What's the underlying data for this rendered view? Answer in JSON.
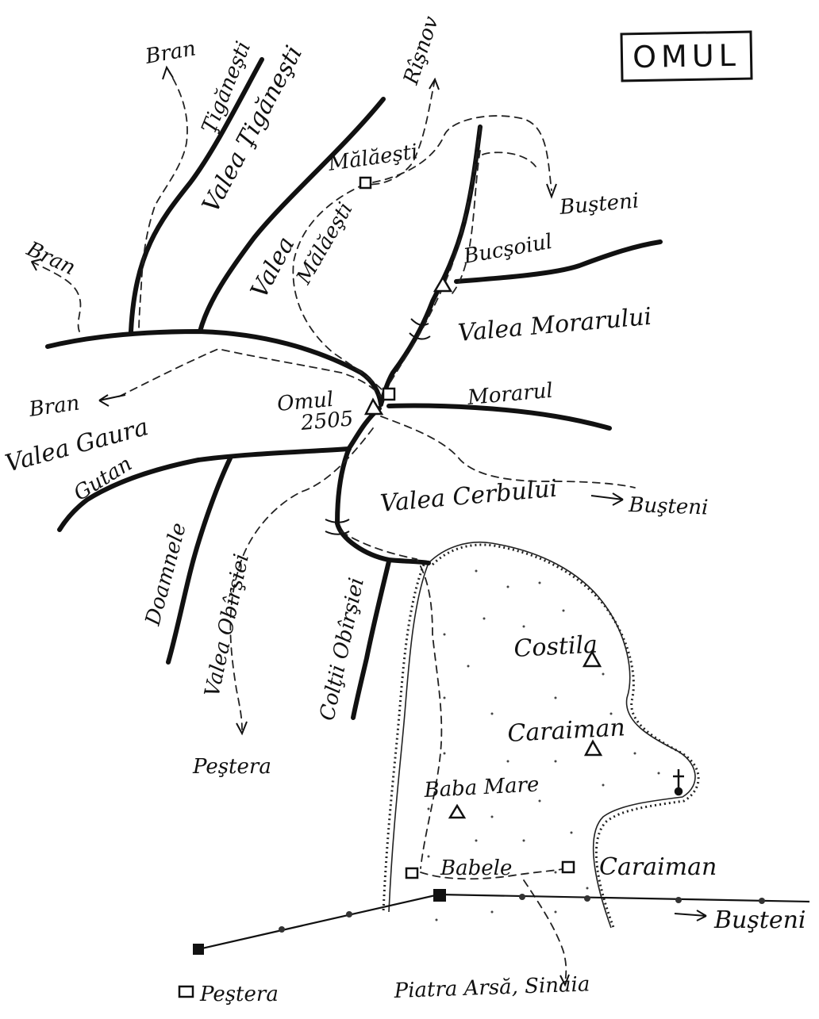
{
  "title": "OMUL",
  "labels": {
    "bran_1": "Bran",
    "tiganesti": "Ţigăneşti",
    "valea_tiganesti": "Valea Ţigăneşti",
    "risnov": "Rîşnov",
    "malaesti": "Mălăeşti",
    "busteni_1": "Buşteni",
    "bran_2": "Bran",
    "valea": "Valea",
    "valea_malaesti": "Mălăeşti",
    "bucsoiul": "Bucşoiul",
    "valea_morarului": "Valea Morarului",
    "omul": "Omul",
    "omul_alt": "2505",
    "morarul": "Morarul",
    "bran_3": "Bran",
    "valea_gaura": "Valea Gaura",
    "gutan": "Gutan",
    "valea_cerbului": "Valea Cerbului",
    "busteni_2": "Buşteni",
    "doamnele": "Doamnele",
    "valea_obirsiei": "Valea Obîrşiei",
    "coltii_obirsiei": "Colţii Obîrşiei",
    "costila": "Costila",
    "caraiman_peak": "Caraiman",
    "baba_mare": "Baba Mare",
    "pestera_valley": "Peştera",
    "babele": "Babele",
    "caraiman_hut": "Caraiman",
    "busteni_3": "Buşteni",
    "pestera_station": "Peştera",
    "piatra_arsa": "Piatra Arsă, Sinaia"
  },
  "icons": {
    "peak": "triangle-peak-icon",
    "hut": "square-hut-icon",
    "cross": "cross-monument-icon",
    "station": "cable-station-icon"
  }
}
